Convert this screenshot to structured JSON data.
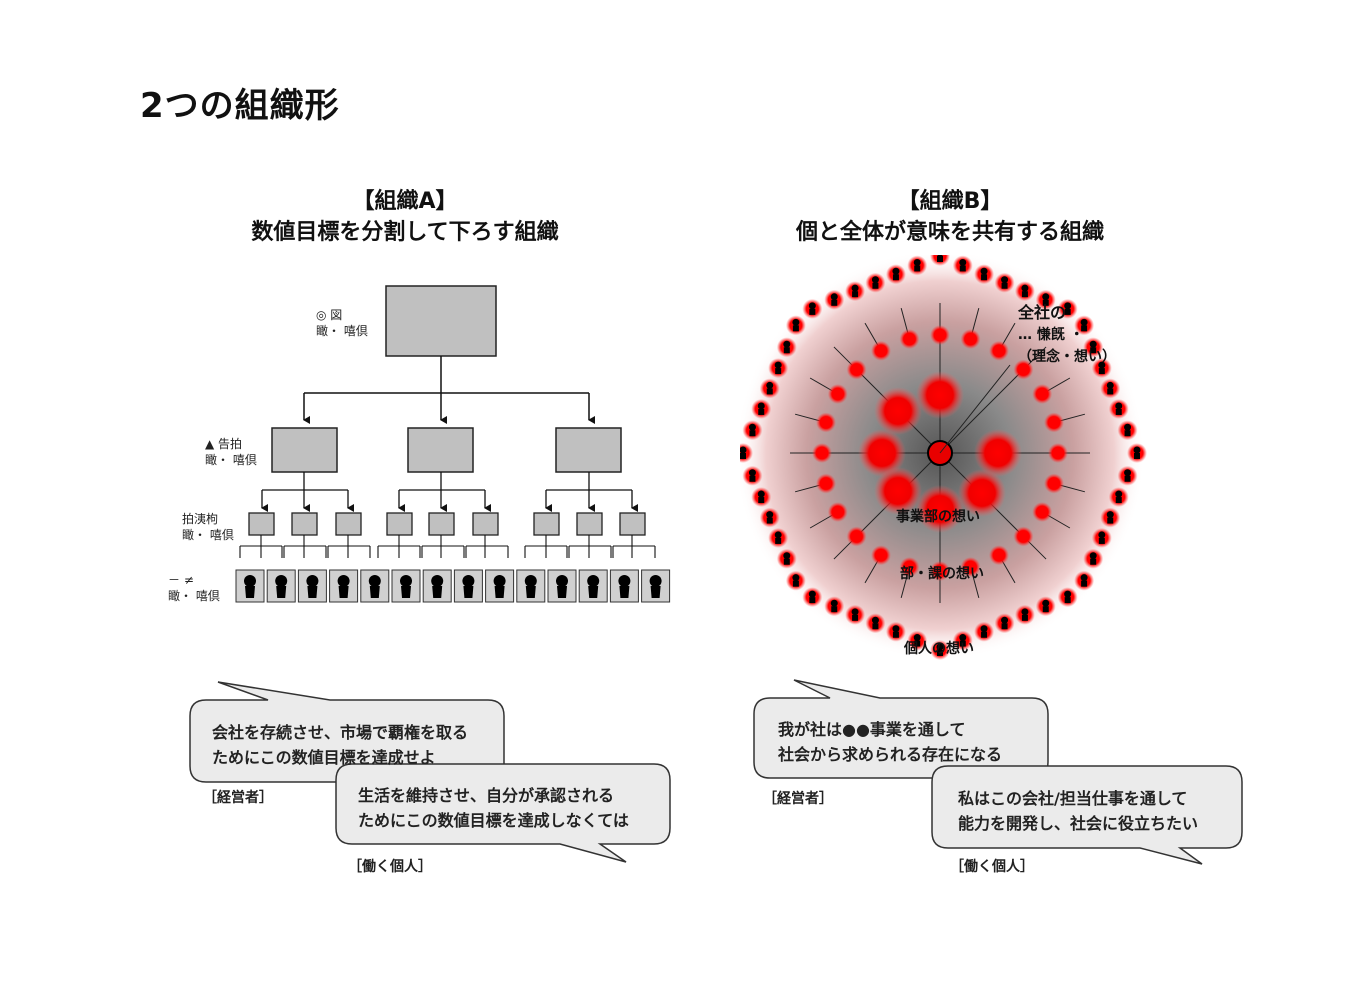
{
  "title": "2つの組織形",
  "org_a": {
    "heading": "【組織A】",
    "subheading": "数値目標を分割して下ろす組織",
    "levels": [
      {
        "line1": "◎ 図",
        "line2": "瞰・ 嘻倶"
      },
      {
        "line1": "▲ 告拍",
        "line2": "瞰・ 嘻倶"
      },
      {
        "line1": "拍洟枸",
        "line2": "瞰・ 嘻倶"
      },
      {
        "line1": "－ ≠",
        "line2": "瞰・ 嘻倶"
      }
    ],
    "manager_bubble": {
      "line1": "会社を存続させ、市場で覇権を取る",
      "line2": "ためにこの数値目標を達成せよ",
      "caption": "［経営者］"
    },
    "worker_bubble": {
      "line1": "生活を維持させ、自分が承認される",
      "line2": "ためにこの数値目標を達成しなくては",
      "caption": "［働く個人］"
    }
  },
  "org_b": {
    "heading": "【組織B】",
    "subheading": "個と全体が意味を共有する組織",
    "center_label": {
      "line1": "全社の",
      "line2": "… 慊旣 ・",
      "line3": "（理念・想い）"
    },
    "ring_labels": {
      "business": "事業部の想い",
      "section": "部・課の想い",
      "individual": "個人の想い"
    },
    "manager_bubble": {
      "line1": "我が社は●●事業を通して",
      "line2": "社会から求められる存在になる",
      "caption": "［経営者］"
    },
    "worker_bubble": {
      "line1": "私はこの会社/担当仕事を通して",
      "line2": "能力を開発し、社会に役立ちたい",
      "caption": "［働く個人］"
    }
  },
  "colors": {
    "box_fill": "#c0c0c0",
    "accent_red": "#e80000",
    "bubble_fill": "#ebebeb"
  }
}
